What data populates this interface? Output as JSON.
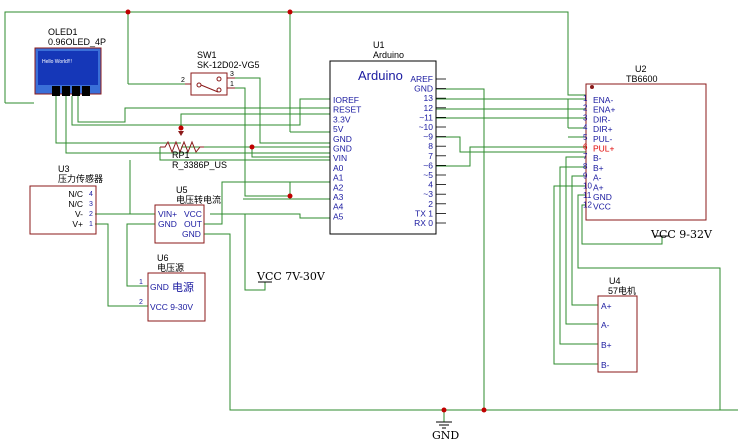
{
  "oled": {
    "ref": "OLED1",
    "value": "0.96OLED_4P",
    "screen_text": "Hello World!!!"
  },
  "sw": {
    "ref": "SW1",
    "value": "SK-12D02-VG5",
    "pins": [
      "2",
      "3",
      "1"
    ]
  },
  "rp": {
    "ref": "RP1",
    "value": "R_3386P_US"
  },
  "arduino": {
    "ref": "U1",
    "value": "Arduino",
    "title": "Arduino",
    "left_pins": [
      "IOREF",
      "RESET",
      "3.3V",
      "5V",
      "GND",
      "GND",
      "VIN",
      "A0",
      "A1",
      "A2",
      "A3",
      "A4",
      "A5"
    ],
    "right_pins": [
      "AREF",
      "GND",
      "13",
      "12",
      "~11",
      "~10",
      "~9",
      "8",
      "7",
      "~6",
      "~5",
      "4",
      "~3",
      "2",
      "TX 1",
      "RX 0"
    ]
  },
  "tb6600": {
    "ref": "U2",
    "value": "TB6600",
    "pin_nums": [
      "1",
      "2",
      "3",
      "4",
      "5",
      "6",
      "7",
      "8",
      "9",
      "10",
      "11",
      "12"
    ],
    "pin_names": [
      "ENA-",
      "ENA+",
      "DIR-",
      "DIR+",
      "PUL-",
      "PUL+",
      "B-",
      "B+",
      "A-",
      "A+",
      "GND",
      "VCC"
    ]
  },
  "u3": {
    "ref": "U3",
    "value": "压力传感器",
    "pin_names": [
      "N/C",
      "N/C",
      "V-",
      "V+"
    ],
    "pin_nums": [
      "4",
      "3",
      "2",
      "1"
    ]
  },
  "u5": {
    "ref": "U5",
    "value": "电压转电流",
    "left": [
      "VIN+",
      "GND"
    ],
    "right": [
      "VCC",
      "OUT",
      "GND"
    ]
  },
  "u6": {
    "ref": "U6",
    "value": "电压源",
    "pins": [
      "GND",
      "VCC 9-30V"
    ],
    "pin_nums": [
      "1",
      "2"
    ],
    "center": "电源"
  },
  "u4": {
    "ref": "U4",
    "value": "57电机",
    "pins": [
      "A+",
      "A-",
      "B+",
      "B-"
    ]
  },
  "power": {
    "vcc_tb": "VCC 9-32V",
    "vcc_u5": "VCC 7V-30V",
    "gnd": "GND"
  },
  "colors": {
    "wire": "#2e8b2e",
    "part": "#8b1a1a",
    "pin": "#1a1aa0",
    "text": "#000000",
    "active_pin": "#e00000",
    "oled_screen": "#1537b8"
  }
}
